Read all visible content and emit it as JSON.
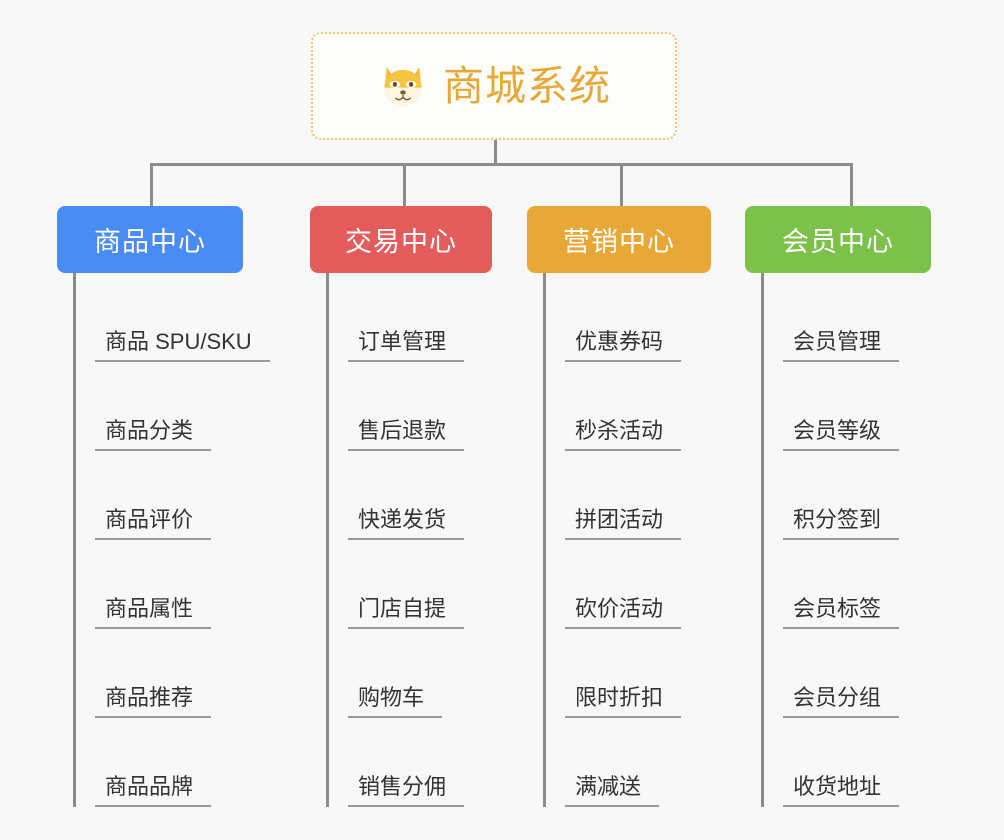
{
  "root": {
    "title": "商城系统",
    "icon": "shiba-dog-emoji",
    "text_color": "#e8a838",
    "border_color": "#f0c674"
  },
  "branches": [
    {
      "label": "商品中心",
      "color": "#4a8cf5",
      "items": [
        "商品 SPU/SKU",
        "商品分类",
        "商品评价",
        "商品属性",
        "商品推荐",
        "商品品牌"
      ]
    },
    {
      "label": "交易中心",
      "color": "#e45b5b",
      "items": [
        "订单管理",
        "售后退款",
        "快递发货",
        "门店自提",
        "购物车",
        "销售分佣"
      ]
    },
    {
      "label": "营销中心",
      "color": "#e8a838",
      "items": [
        "优惠券码",
        "秒杀活动",
        "拼团活动",
        "砍价活动",
        "限时折扣",
        "满减送"
      ]
    },
    {
      "label": "会员中心",
      "color": "#7cc24a",
      "items": [
        "会员管理",
        "会员等级",
        "积分签到",
        "会员标签",
        "会员分组",
        "收货地址"
      ]
    }
  ],
  "style": {
    "background": "#f8f8f8",
    "line_color": "#8c8c8c",
    "underline_color": "#9a9a9a",
    "leaf_text_color": "#333333"
  }
}
